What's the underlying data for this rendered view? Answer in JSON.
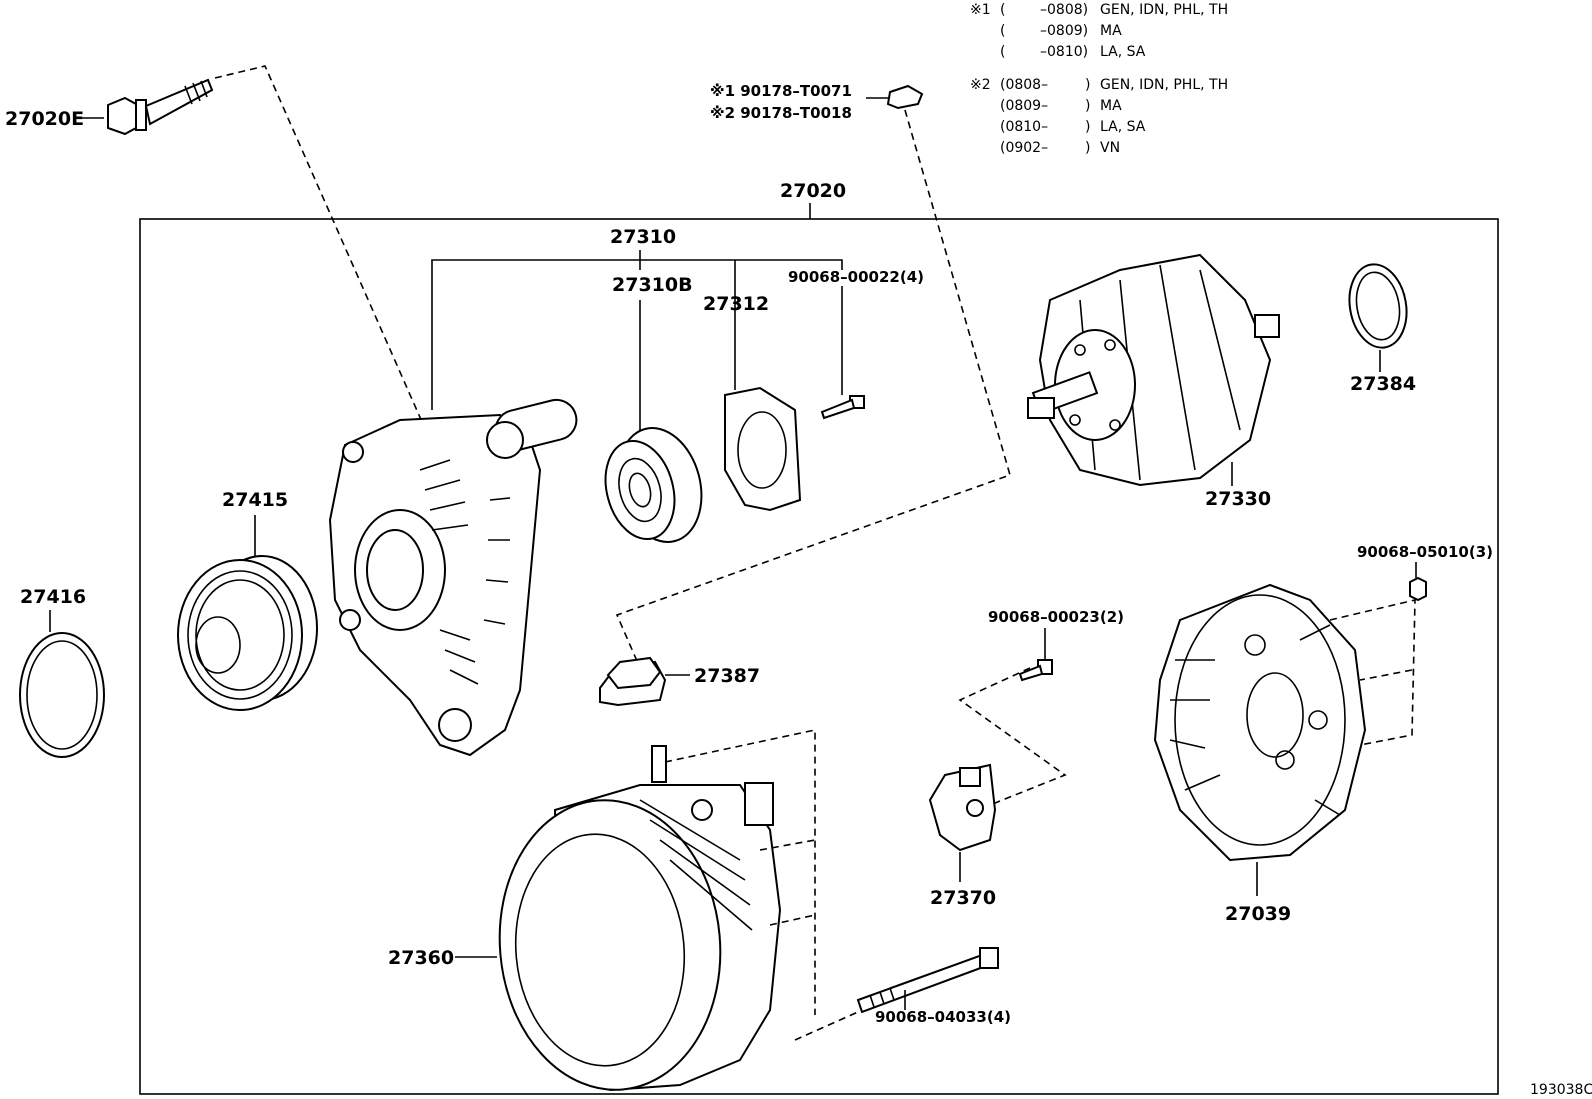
{
  "diagram_id": "193038C",
  "notes": {
    "note1": [
      {
        "mark": "※1",
        "open": "(",
        "range": "–0808)",
        "codes": "GEN, IDN, PHL, TH"
      },
      {
        "mark": "",
        "open": "(",
        "range": "–0809)",
        "codes": "MA"
      },
      {
        "mark": "",
        "open": "(",
        "range": "–0810)",
        "codes": "LA, SA"
      }
    ],
    "note2": [
      {
        "mark": "※2",
        "range": "(0808–",
        "close": ")",
        "codes": "GEN, IDN, PHL, TH"
      },
      {
        "mark": "",
        "range": "(0809–",
        "close": ")",
        "codes": "MA"
      },
      {
        "mark": "",
        "range": "(0810–",
        "close": ")",
        "codes": "LA, SA"
      },
      {
        "mark": "",
        "range": "(0902–",
        "close": ")",
        "codes": "VN"
      }
    ]
  },
  "parts": {
    "p27020E": "27020E",
    "p27020": "27020",
    "p27310": "27310",
    "p27310B": "27310B",
    "p27312": "27312",
    "p90068_00022": "90068–00022(4)",
    "p90178_1": "※1 90178–T0071",
    "p90178_2": "※2 90178–T0018",
    "p27384": "27384",
    "p27330": "27330",
    "p27415": "27415",
    "p27416": "27416",
    "p90068_05010": "90068–05010(3)",
    "p90068_00023": "90068–00023(2)",
    "p27387": "27387",
    "p27370": "27370",
    "p27039": "27039",
    "p27360": "27360",
    "p90068_04033": "90068–04033(4)"
  }
}
